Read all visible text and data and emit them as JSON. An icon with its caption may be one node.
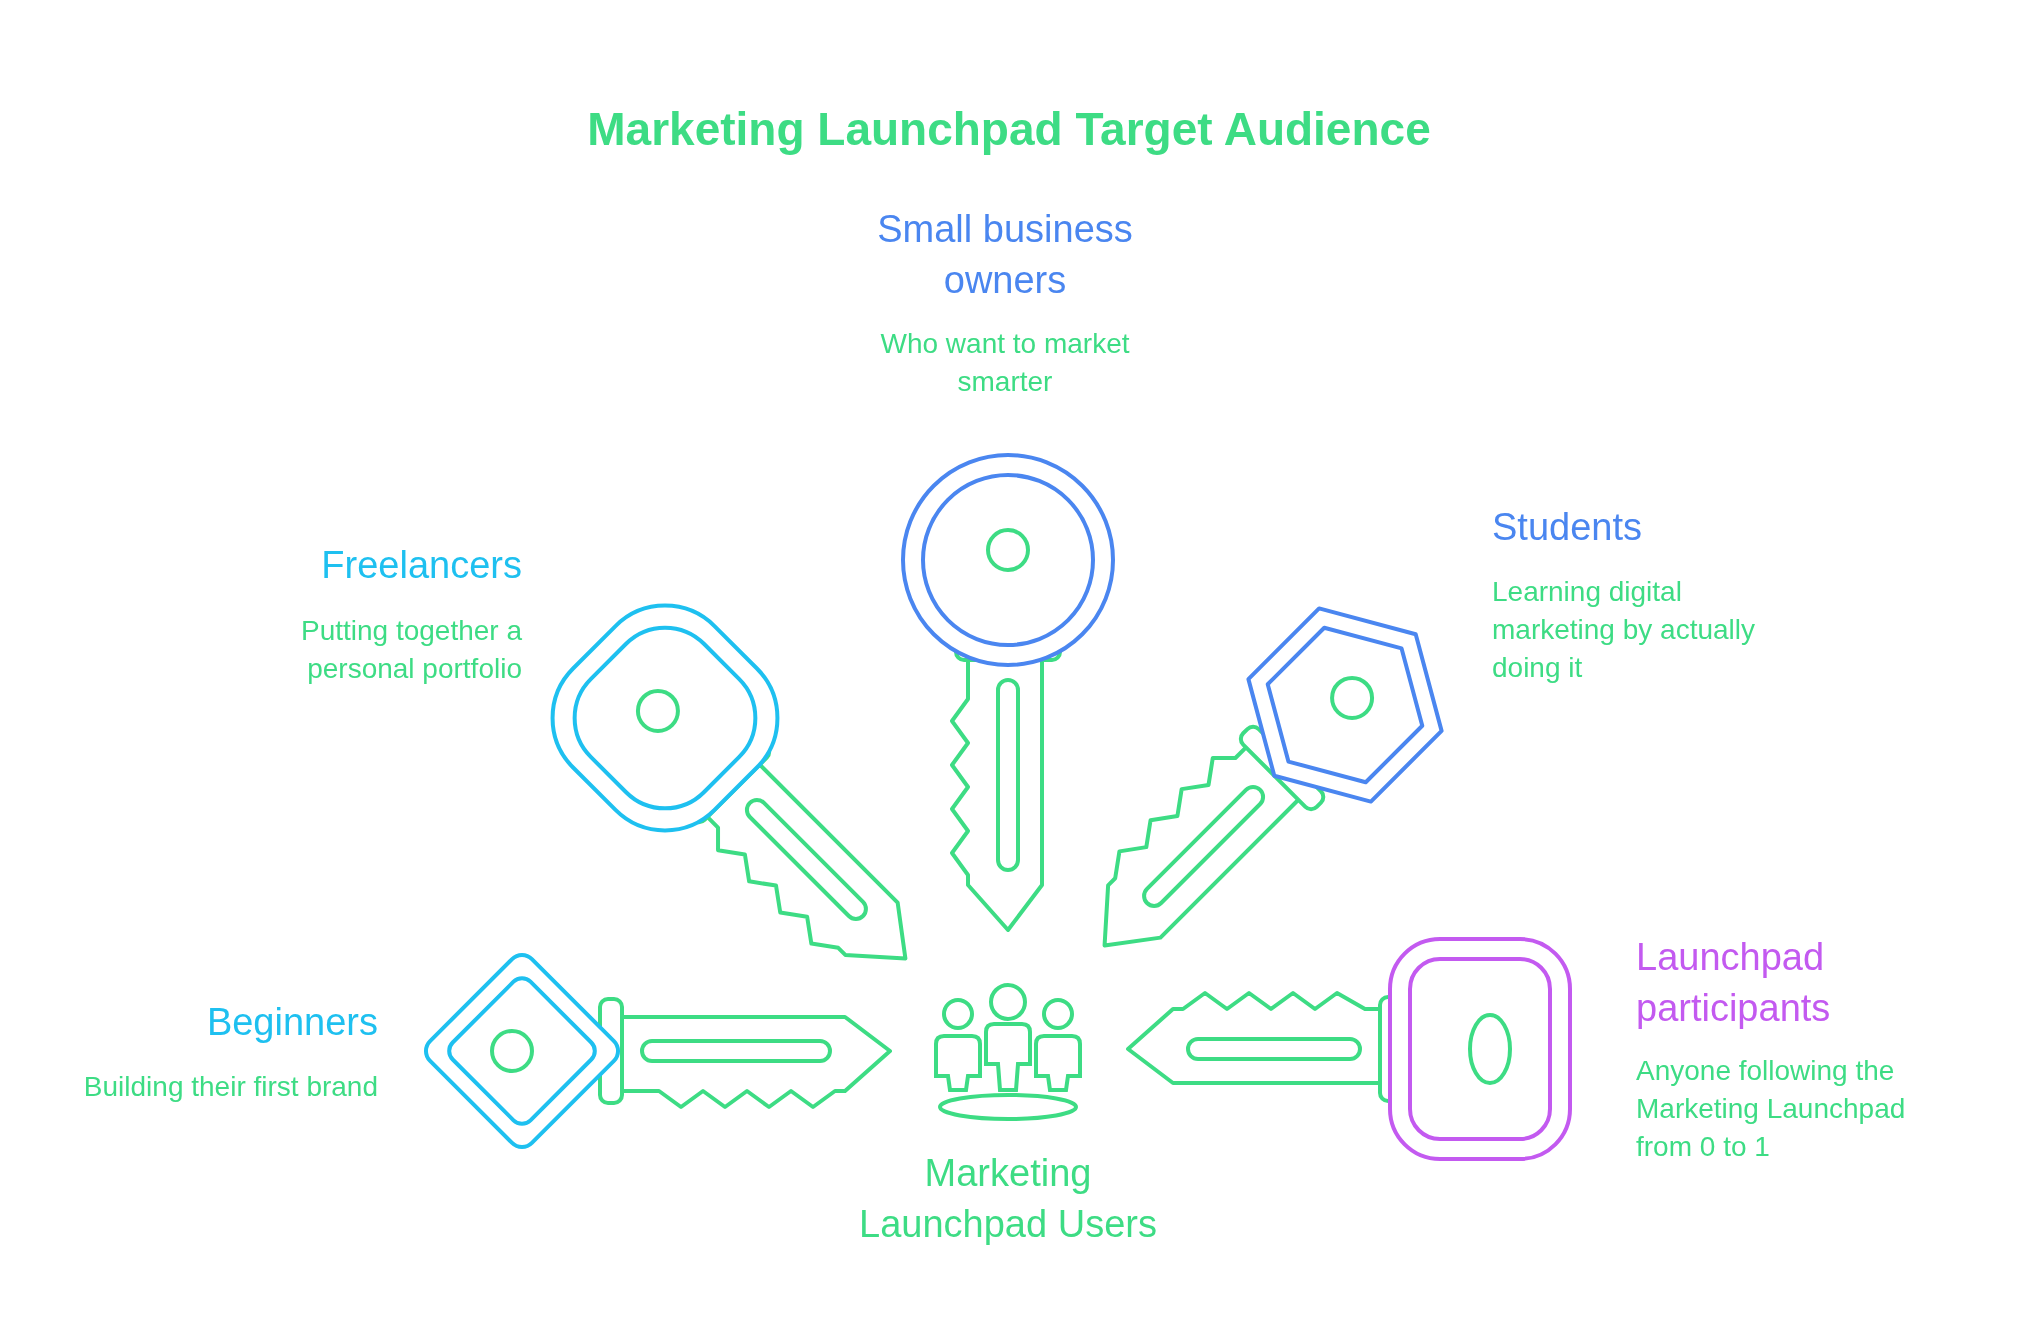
{
  "diagram": {
    "title": "Marketing Launchpad Target Audience",
    "labels": [
      "Small business owners",
      "Who want to market smarter",
      "Freelancers",
      "Putting together a personal portfolio",
      "Students",
      "Learning digital marketing by actually doing it",
      "Beginners",
      "Building their first brand",
      "Launchpad participants",
      "Anyone following the Marketing Launchpad from 0 to 1",
      "Marketing Launchpad Users"
    ]
  }
}
